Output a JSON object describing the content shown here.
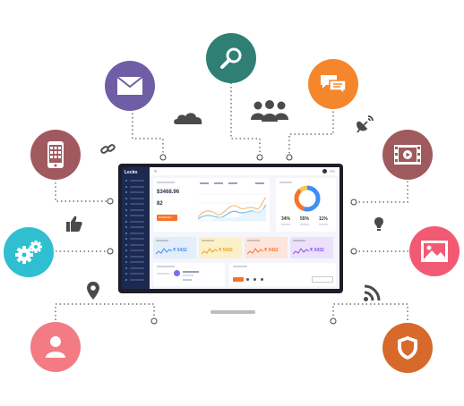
{
  "brand": {
    "name": "Lecko"
  },
  "dashboard": {
    "stat_value": "$3468.96",
    "stat_count": "82",
    "stat_button": "SUMMARY",
    "donut_values": [
      "34%",
      "55%",
      "11%"
    ],
    "mini_values": [
      "₹ 5432",
      "₹ 5432",
      "₹ 5432",
      "₹ 5432"
    ],
    "mini_colors": [
      "#e3eefc",
      "#fbf0c9",
      "#fde5dc",
      "#ece0fb"
    ],
    "accent": "#f5732b"
  },
  "nodes": [
    {
      "icon": "mail-icon",
      "color": "#6f5ea5"
    },
    {
      "icon": "search-icon",
      "color": "#2f7f74"
    },
    {
      "icon": "chat-icon",
      "color": "#f5862b"
    },
    {
      "icon": "mobile-phone-icon",
      "color": "#a05a5f"
    },
    {
      "icon": "film-icon",
      "color": "#9e5a5d"
    },
    {
      "icon": "gears-icon",
      "color": "#2fbfd0"
    },
    {
      "icon": "image-icon",
      "color": "#f25a73"
    },
    {
      "icon": "user-icon",
      "color": "#f37b84"
    },
    {
      "icon": "shield-icon",
      "color": "#d7692b"
    }
  ],
  "decor": {
    "line_color": "#5a5a5a",
    "icon_color": "#4a4a4a"
  }
}
